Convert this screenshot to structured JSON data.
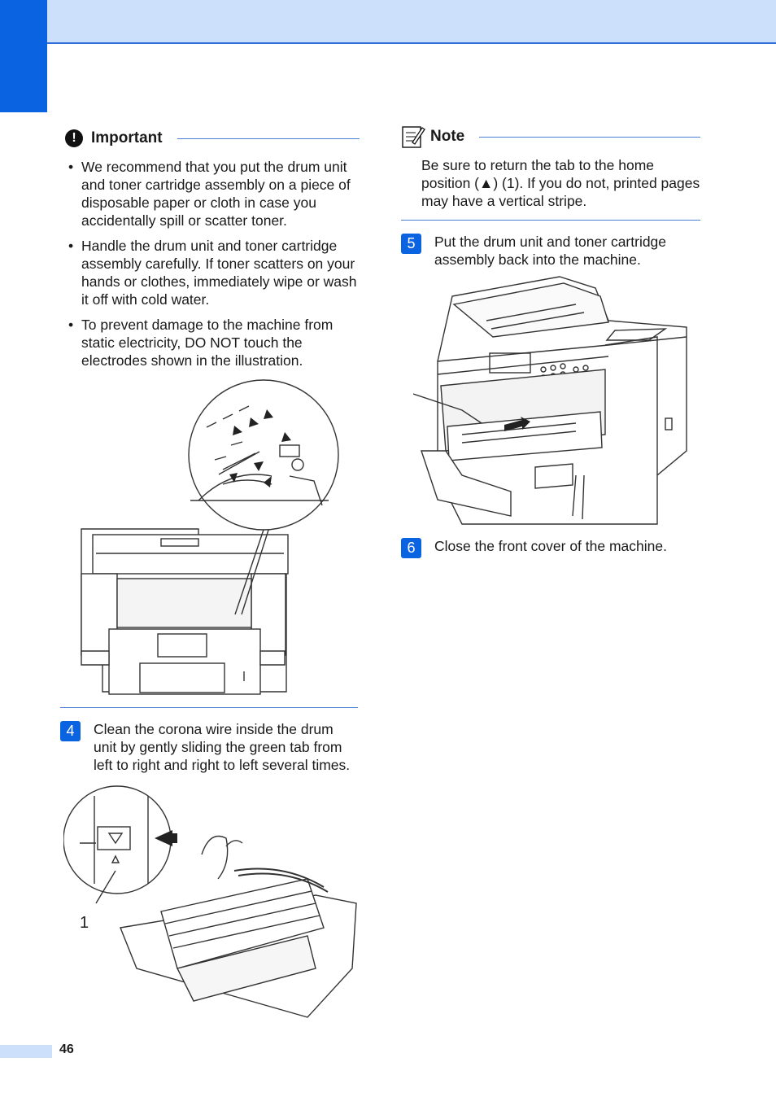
{
  "important": {
    "title": "Important",
    "icon": "exclamation-icon",
    "bullets": [
      "We recommend that you put the drum unit and toner cartridge assembly on a piece of disposable paper or cloth in case you accidentally spill or scatter toner.",
      "Handle the drum unit and toner cartridge assembly carefully. If toner scatters on your hands or clothes, immediately wipe or wash it off with cold water.",
      "To prevent damage to the machine from static electricity, DO NOT touch the electrodes shown in the illustration."
    ]
  },
  "note": {
    "title": "Note",
    "icon": "note-pencil-icon",
    "body": "Be sure to return the tab to the home position (▲) (1). If you do not, printed pages may have a vertical stripe."
  },
  "steps": [
    {
      "number": "4",
      "text": "Clean the corona wire inside the drum unit by gently sliding the green tab from left to right and right to left several times."
    },
    {
      "number": "5",
      "text": "Put the drum unit and toner cartridge assembly back into the machine."
    },
    {
      "number": "6",
      "text": "Close the front cover of the machine."
    }
  ],
  "callout_label": "1",
  "page_number": "46",
  "colors": {
    "accent": "#0a63e0",
    "header_band": "#cde0fb",
    "rule": "#4a7fd6"
  }
}
